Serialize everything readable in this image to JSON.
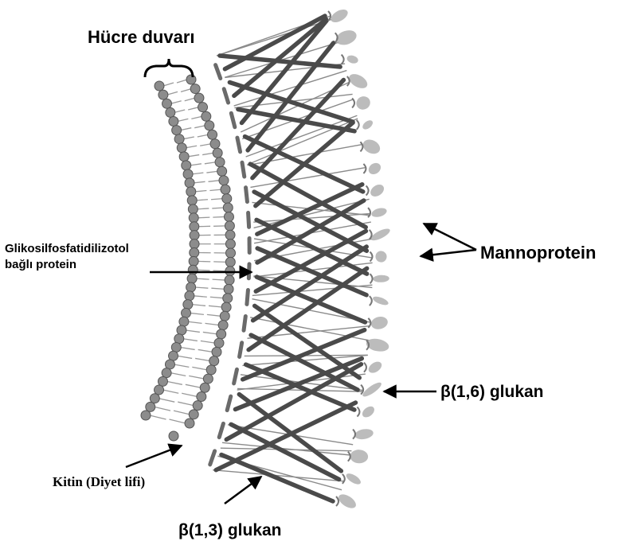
{
  "labels": {
    "cell_wall": "Hücre duvarı",
    "gpi_protein_line1": "Glikosilfosfatidilizotol",
    "gpi_protein_line2": "bağlı protein",
    "mannoprotein": "Mannoprotein",
    "beta16": "β(1,6) glukan",
    "chitin": "Kitin (Diyet lifi)",
    "beta13": "β(1,3) glukan"
  },
  "colors": {
    "lipid_head": "#8c8c8c",
    "lipid_tail": "#9a9a9a",
    "glucan_thick": "#4a4a4a",
    "glucan_thin": "#8a8a8a",
    "mannoprotein": "#b0b0b0",
    "arrow": "#000000"
  }
}
